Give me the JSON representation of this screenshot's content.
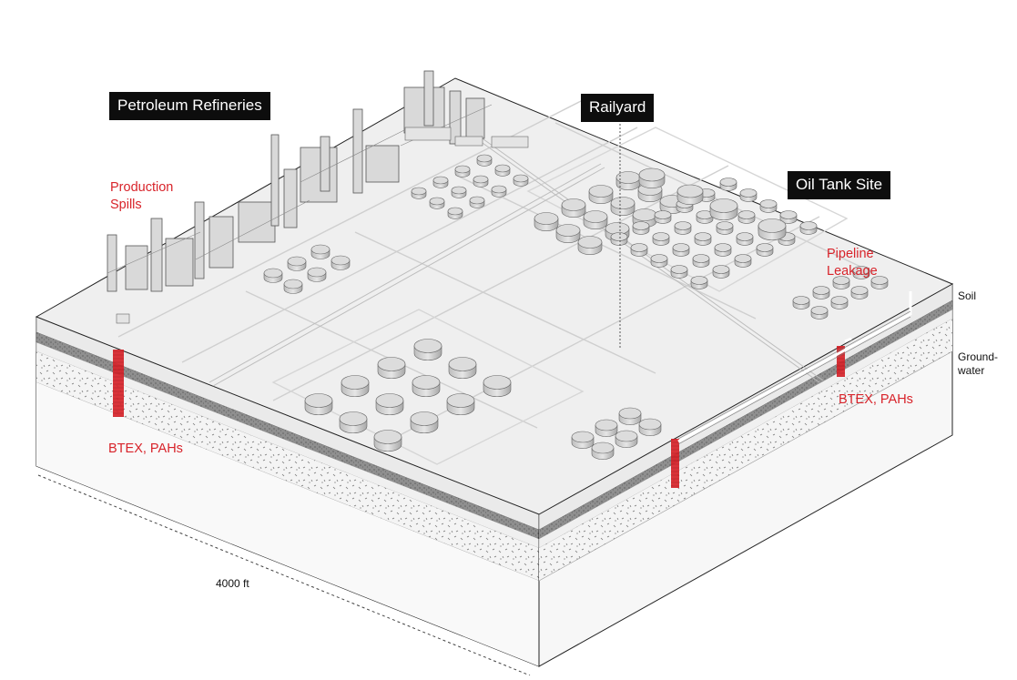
{
  "labels": {
    "refineries": "Petroleum Refineries",
    "railyard": "Railyard",
    "oil_tank_site": "Oil Tank Site",
    "production_spills_line1": "Production",
    "production_spills_line2": "Spills",
    "pipeline_leakage_line1": "Pipeline",
    "pipeline_leakage_line2": "Leakage",
    "btex_left": "BTEX, PAHs",
    "btex_right": "BTEX, PAHs",
    "soil": "Soil",
    "groundwater_line1": "Ground-",
    "groundwater_line2": "water",
    "scale": "4000 ft"
  },
  "colors": {
    "contamination": "#d8232a",
    "label_bg": "#0d0d0d",
    "ground_surface": "#efefef",
    "soil_band": "#9a9a9a"
  },
  "icons": [
    "storage-tank-icon",
    "refinery-tower-icon",
    "pipeline-icon"
  ]
}
